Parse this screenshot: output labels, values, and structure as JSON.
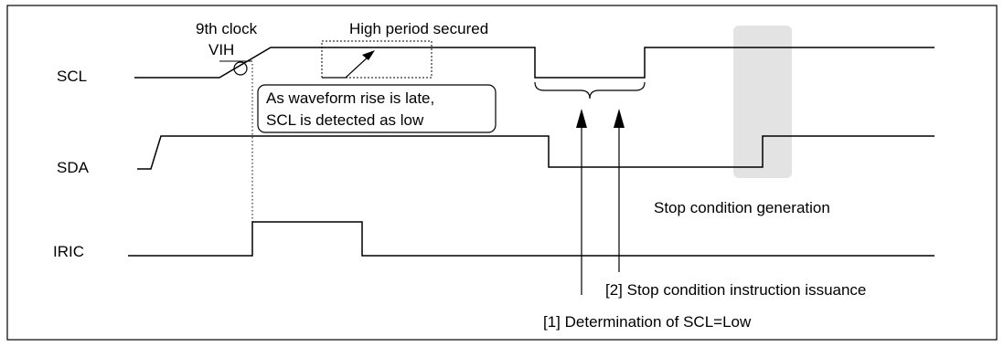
{
  "signals": {
    "scl": "SCL",
    "sda": "SDA",
    "iric": "IRIC"
  },
  "annotations": {
    "ninth_clock": "9th clock",
    "vih": "VIH",
    "high_period": "High period secured",
    "late_rise_line1": "As waveform rise is late,",
    "late_rise_line2": "SCL is detected as low",
    "stop_condition_generation": "Stop condition generation",
    "step2": "[2] Stop condition instruction issuance",
    "step1": "[1] Determination of SCL=Low"
  },
  "colors": {
    "line": "#000000",
    "highlight": "#e3e3e3"
  }
}
